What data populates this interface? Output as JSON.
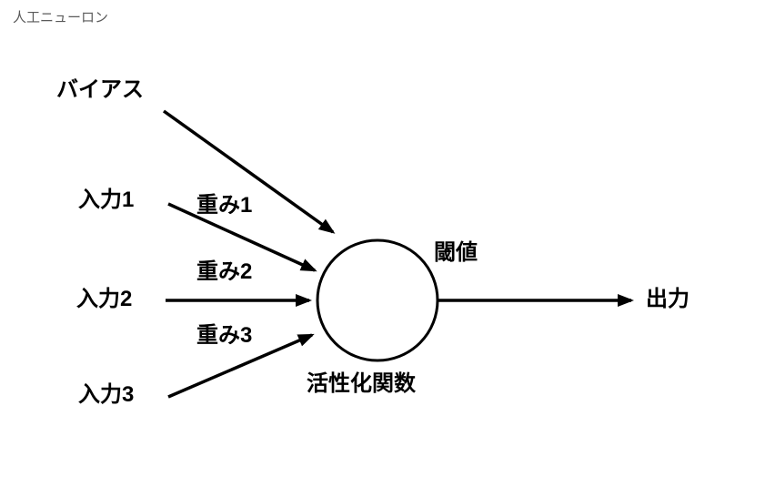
{
  "title": "人工ニューロン",
  "diagram": {
    "bias_label": "バイアス",
    "input1_label": "入力1",
    "input2_label": "入力2",
    "input3_label": "入力3",
    "weight1_label": "重み1",
    "weight2_label": "重み2",
    "weight3_label": "重み3",
    "threshold_label": "閾値",
    "activation_label": "活性化関数",
    "output_label": "出力",
    "line_color": "#000000",
    "circle_fill": "#ffffff",
    "title_color": "#5a5a5a"
  }
}
